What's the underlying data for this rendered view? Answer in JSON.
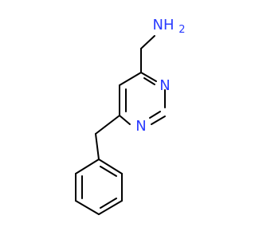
{
  "molecule": {
    "atoms": {
      "amine": "NH",
      "amine_subscript": "2",
      "ring_n1": "N",
      "ring_n2": "N"
    },
    "colors": {
      "bond": "#000000",
      "nitrogen": "#2b3cff"
    }
  }
}
